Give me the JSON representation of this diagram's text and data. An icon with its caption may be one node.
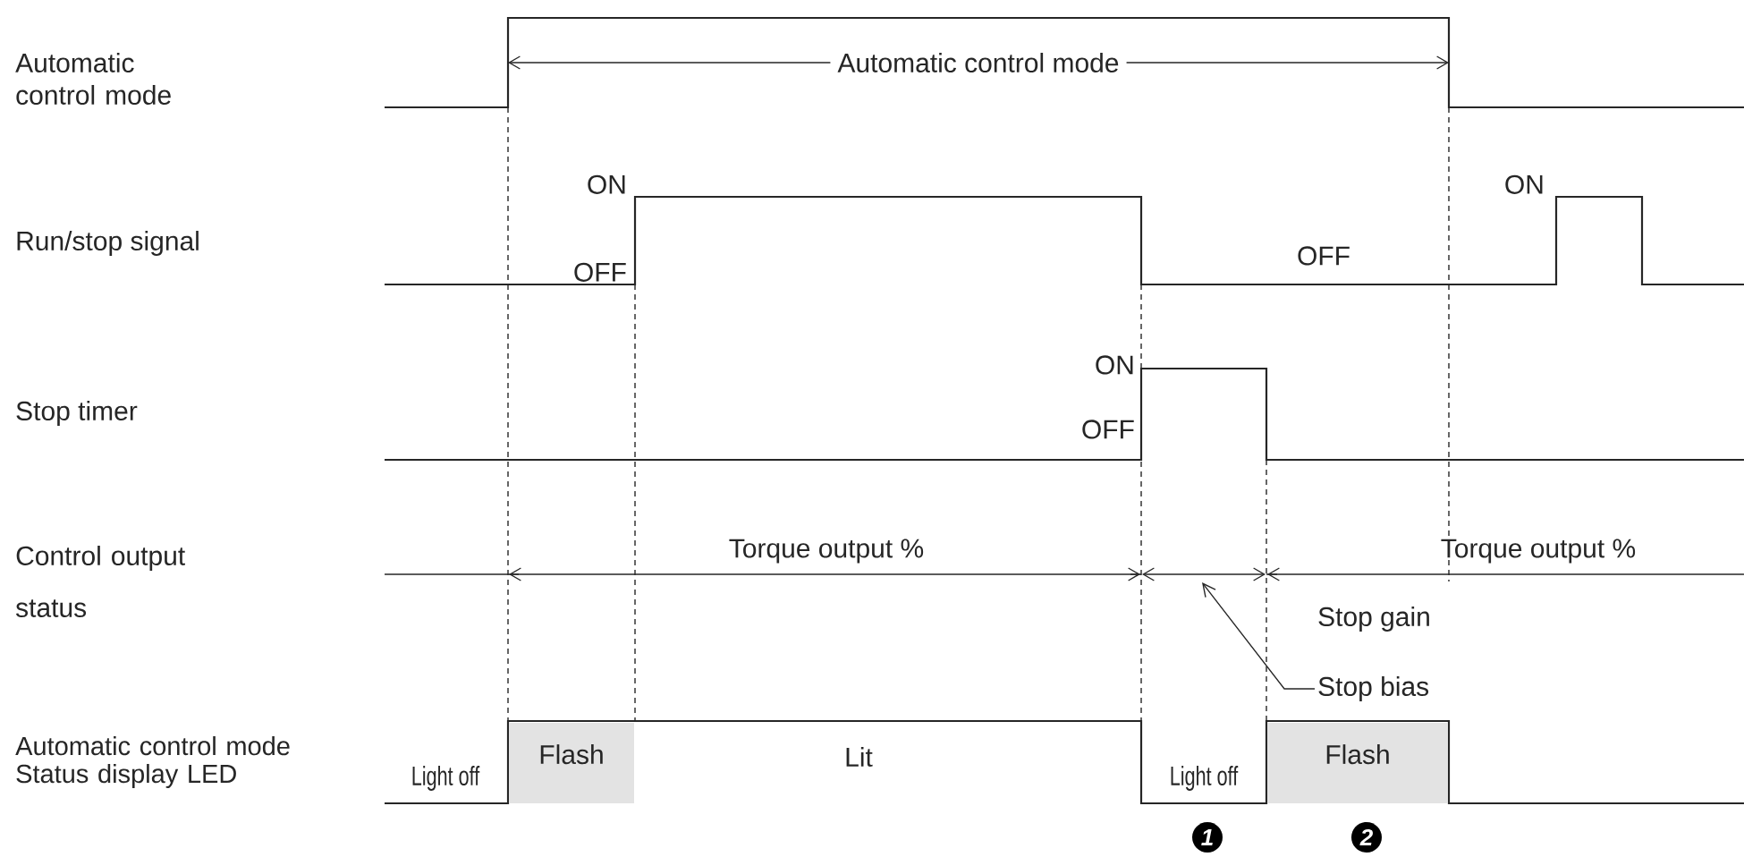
{
  "diagram": {
    "nodes": [
      {
        "text": [],
        "shape": "line"
      },
      {
        "text": [
          "Stop bias"
        ]
      },
      {
        "text": [
          "Flash"
        ]
      },
      {
        "text": [
          "Flash"
        ]
      }
    ],
    "edges": [
      {
        "from": 1,
        "to": 0,
        "arrow": "to"
      }
    ],
    "labels": [
      "Automatic control mode",
      "Automatic control mode",
      "ON",
      "ON",
      "Run/stop signal",
      "OFF",
      "OFF",
      "ON",
      "Stop timer",
      "OFF",
      "Control output status",
      "Torque output %",
      "Torque output %",
      "Stop gain",
      "Automatic control mode Status display LED",
      "Light off",
      "Lit",
      "Light off",
      "1",
      "2"
    ]
  }
}
